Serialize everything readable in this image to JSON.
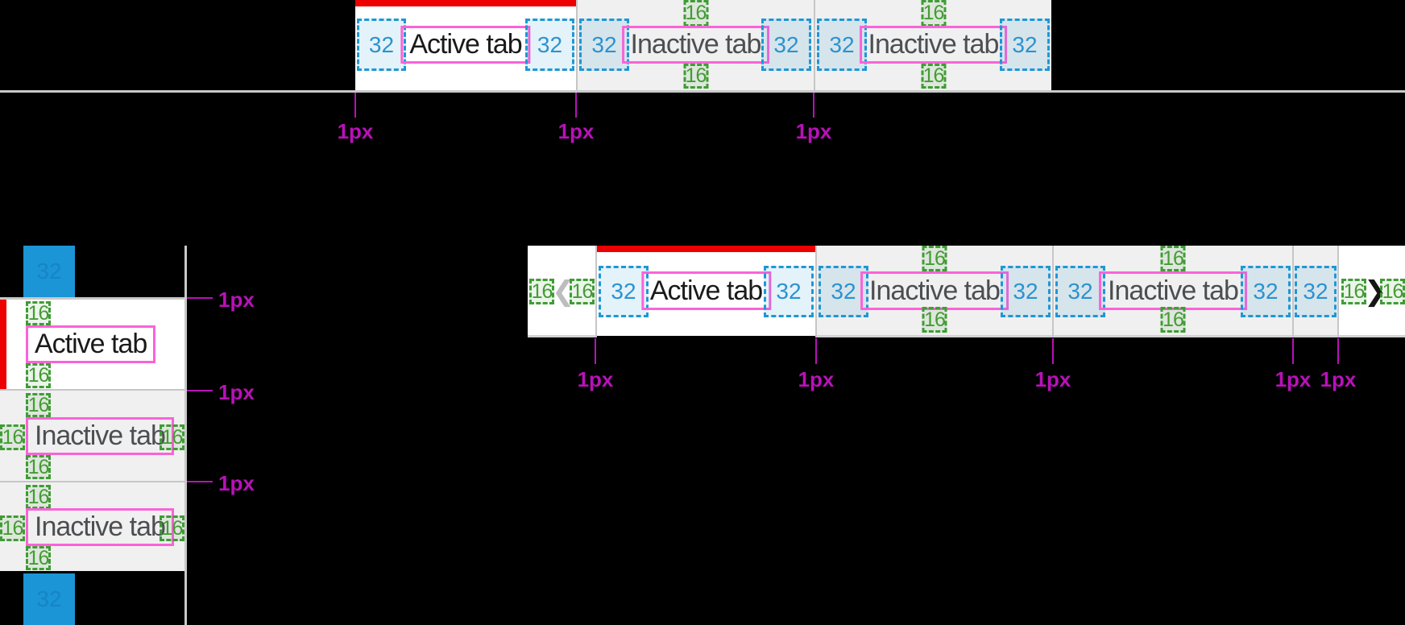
{
  "annotations": {
    "divider_label": "1px",
    "pad32": "32",
    "pad16": "16",
    "margin32": "32"
  },
  "icons": {
    "chevron_left": "❮",
    "chevron_right": "❯"
  },
  "fixed_tabbar": {
    "tabs": [
      {
        "label": "Active tab",
        "state": "active"
      },
      {
        "label": "Inactive tab",
        "state": "inactive"
      },
      {
        "label": "Inactive tab",
        "state": "inactive"
      }
    ]
  },
  "vertical_tablist": {
    "tabs": [
      {
        "label": "Active tab",
        "state": "active"
      },
      {
        "label": "Inactive tab",
        "state": "inactive"
      },
      {
        "label": "Inactive tab",
        "state": "inactive"
      }
    ]
  },
  "scrollable_tabbar": {
    "scroll_left_state": "disabled",
    "scroll_right_state": "enabled",
    "tabs": [
      {
        "label": "Active tab",
        "state": "active"
      },
      {
        "label": "Inactive tab",
        "state": "inactive"
      },
      {
        "label": "Inactive tab",
        "state": "inactive"
      }
    ]
  },
  "colors": {
    "accent_red": "#ec0000",
    "tab_active_bg": "#ffffff",
    "tab_inactive_bg": "#f0f0f0",
    "divider_gray": "#c6c6c6",
    "bottom_border_gray": "#d2d2d2",
    "annotation_blue": "#1f97d4",
    "annotation_green": "#3f9c35",
    "annotation_pink": "#fa63d8",
    "annotation_magenta": "#b911b9",
    "margin_square_blue": "#1b95d6",
    "active_text": "#1a1a1a",
    "inactive_text": "#4c4f52",
    "chevron_disabled": "#bdbdbd",
    "chevron_enabled": "#161616"
  }
}
